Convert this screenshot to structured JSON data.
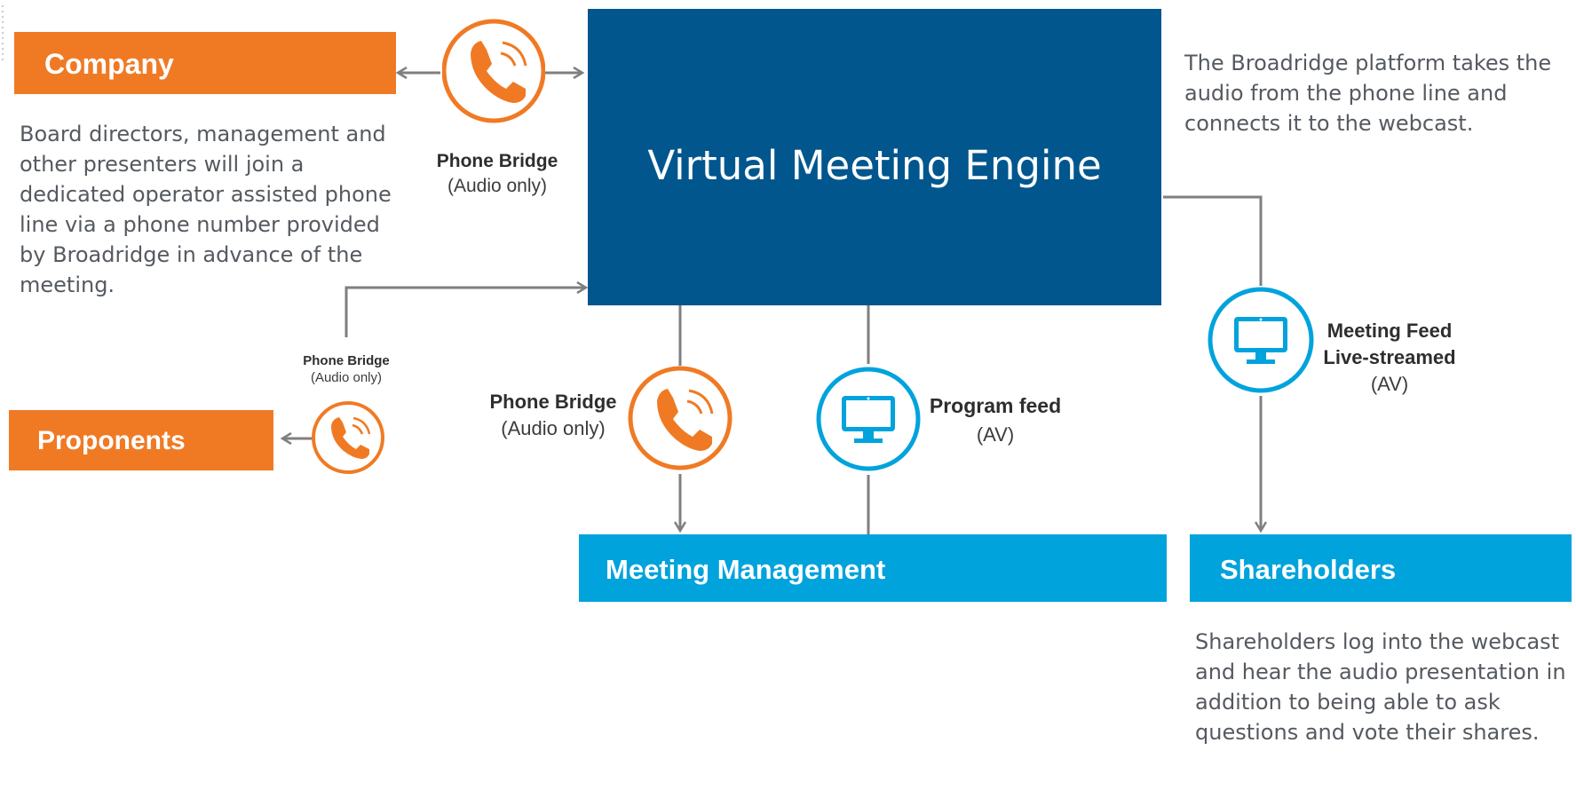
{
  "company": {
    "label": "Company",
    "description": "Board directors, management and other presenters will join a dedicated operator assisted phone line via a phone number provided by Broadridge in advance of the meeting."
  },
  "proponents": {
    "label": "Proponents"
  },
  "engine": {
    "title": "Virtual Meeting Engine"
  },
  "platform_note": "The Broadridge platform takes the audio from the phone line and connects it to the webcast.",
  "icons": {
    "phone_bridge_top": {
      "title": "Phone Bridge",
      "subtitle": "(Audio only)",
      "icon": "phone-icon"
    },
    "phone_bridge_small": {
      "title": "Phone Bridge",
      "subtitle": "(Audio only)",
      "icon": "phone-icon"
    },
    "phone_bridge_mid": {
      "title": "Phone Bridge",
      "subtitle": "(Audio only)",
      "icon": "phone-icon"
    },
    "program_feed": {
      "title": "Program feed",
      "subtitle": "(AV)",
      "icon": "monitor-icon"
    },
    "meeting_feed": {
      "title1": "Meeting Feed",
      "title2": "Live-streamed",
      "subtitle": "(AV)",
      "icon": "monitor-icon"
    }
  },
  "meeting_management": {
    "label": "Meeting Management"
  },
  "shareholders": {
    "label": "Shareholders",
    "description": "Shareholders log into the webcast and hear the audio presentation in addition to being able to ask questions and vote their shares."
  },
  "colors": {
    "orange": "#f07a24",
    "light_blue": "#00a3dc",
    "dark_blue": "#00568d",
    "connector": "#7f7f7f"
  }
}
